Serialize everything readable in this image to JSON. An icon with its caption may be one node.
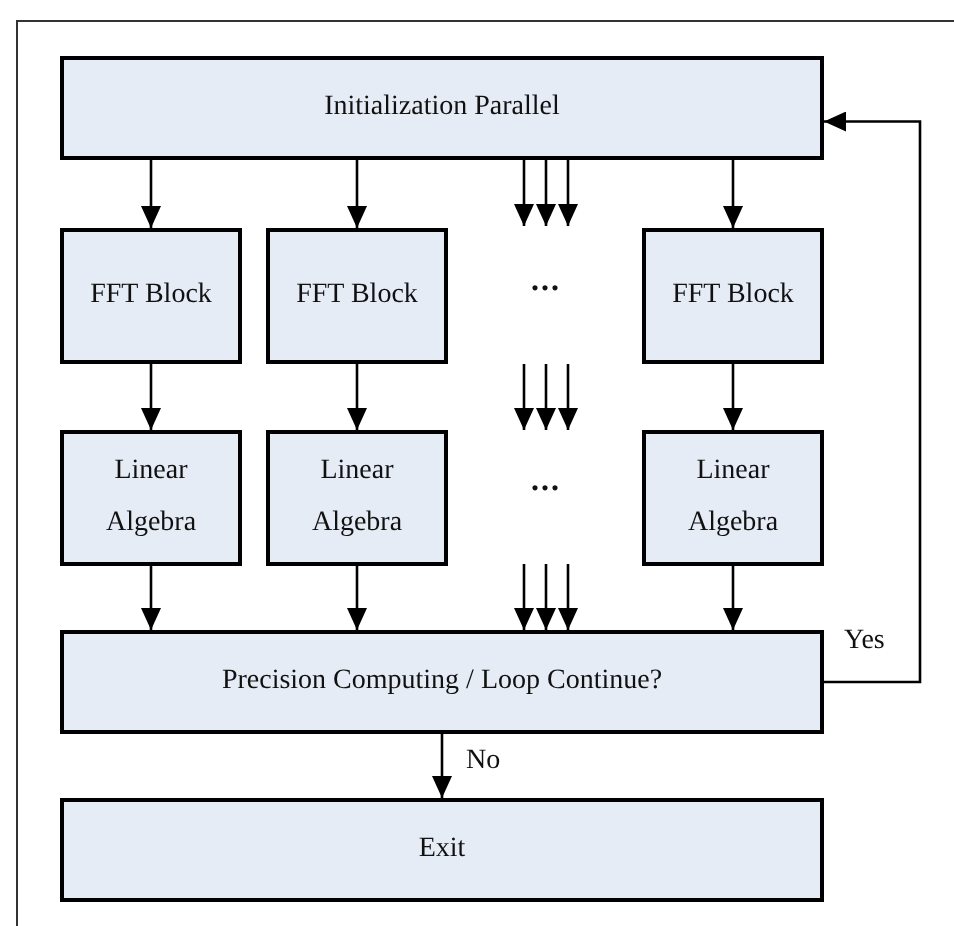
{
  "diagram": {
    "nodes": [
      {
        "text": [
          "Initialization Parallel"
        ]
      },
      {
        "text": [
          "FFT Block"
        ]
      },
      {
        "text": [
          "FFT Block"
        ]
      },
      {
        "text": [
          "FFT Block"
        ]
      },
      {
        "text": [
          "Linear Algebra"
        ]
      },
      {
        "text": [
          "Linear Algebra"
        ]
      },
      {
        "text": [
          "Linear Algebra"
        ]
      },
      {
        "text": [
          "Precision Computing / Loop Continue?"
        ]
      },
      {
        "text": [
          "Exit"
        ]
      }
    ],
    "edges": [
      {
        "from": 0,
        "to": 1,
        "arrow": "to"
      },
      {
        "from": 0,
        "to": 2,
        "arrow": "to"
      },
      {
        "from": 0,
        "to": null,
        "arrow": "to"
      },
      {
        "from": 0,
        "to": null,
        "arrow": "to"
      },
      {
        "from": 0,
        "to": null,
        "arrow": "to"
      },
      {
        "from": 0,
        "to": 3,
        "arrow": "to"
      },
      {
        "from": 1,
        "to": 4,
        "arrow": "to"
      },
      {
        "from": 2,
        "to": 5,
        "arrow": "to"
      },
      {
        "from": 3,
        "to": 6,
        "arrow": "to"
      },
      {
        "from": 4,
        "to": 7,
        "arrow": "to"
      },
      {
        "from": 5,
        "to": 7,
        "arrow": "to"
      },
      {
        "from": null,
        "to": 7,
        "arrow": "to"
      },
      {
        "from": null,
        "to": 7,
        "arrow": "to"
      },
      {
        "from": null,
        "to": 7,
        "arrow": "to"
      },
      {
        "from": 6,
        "to": 7,
        "arrow": "to"
      },
      {
        "from": 7,
        "to": 8,
        "arrow": "to",
        "label": "No"
      },
      {
        "from": 7,
        "to": 0,
        "arrow": "to",
        "label": "Yes"
      }
    ],
    "labels": [
      "...",
      "..."
    ]
  }
}
